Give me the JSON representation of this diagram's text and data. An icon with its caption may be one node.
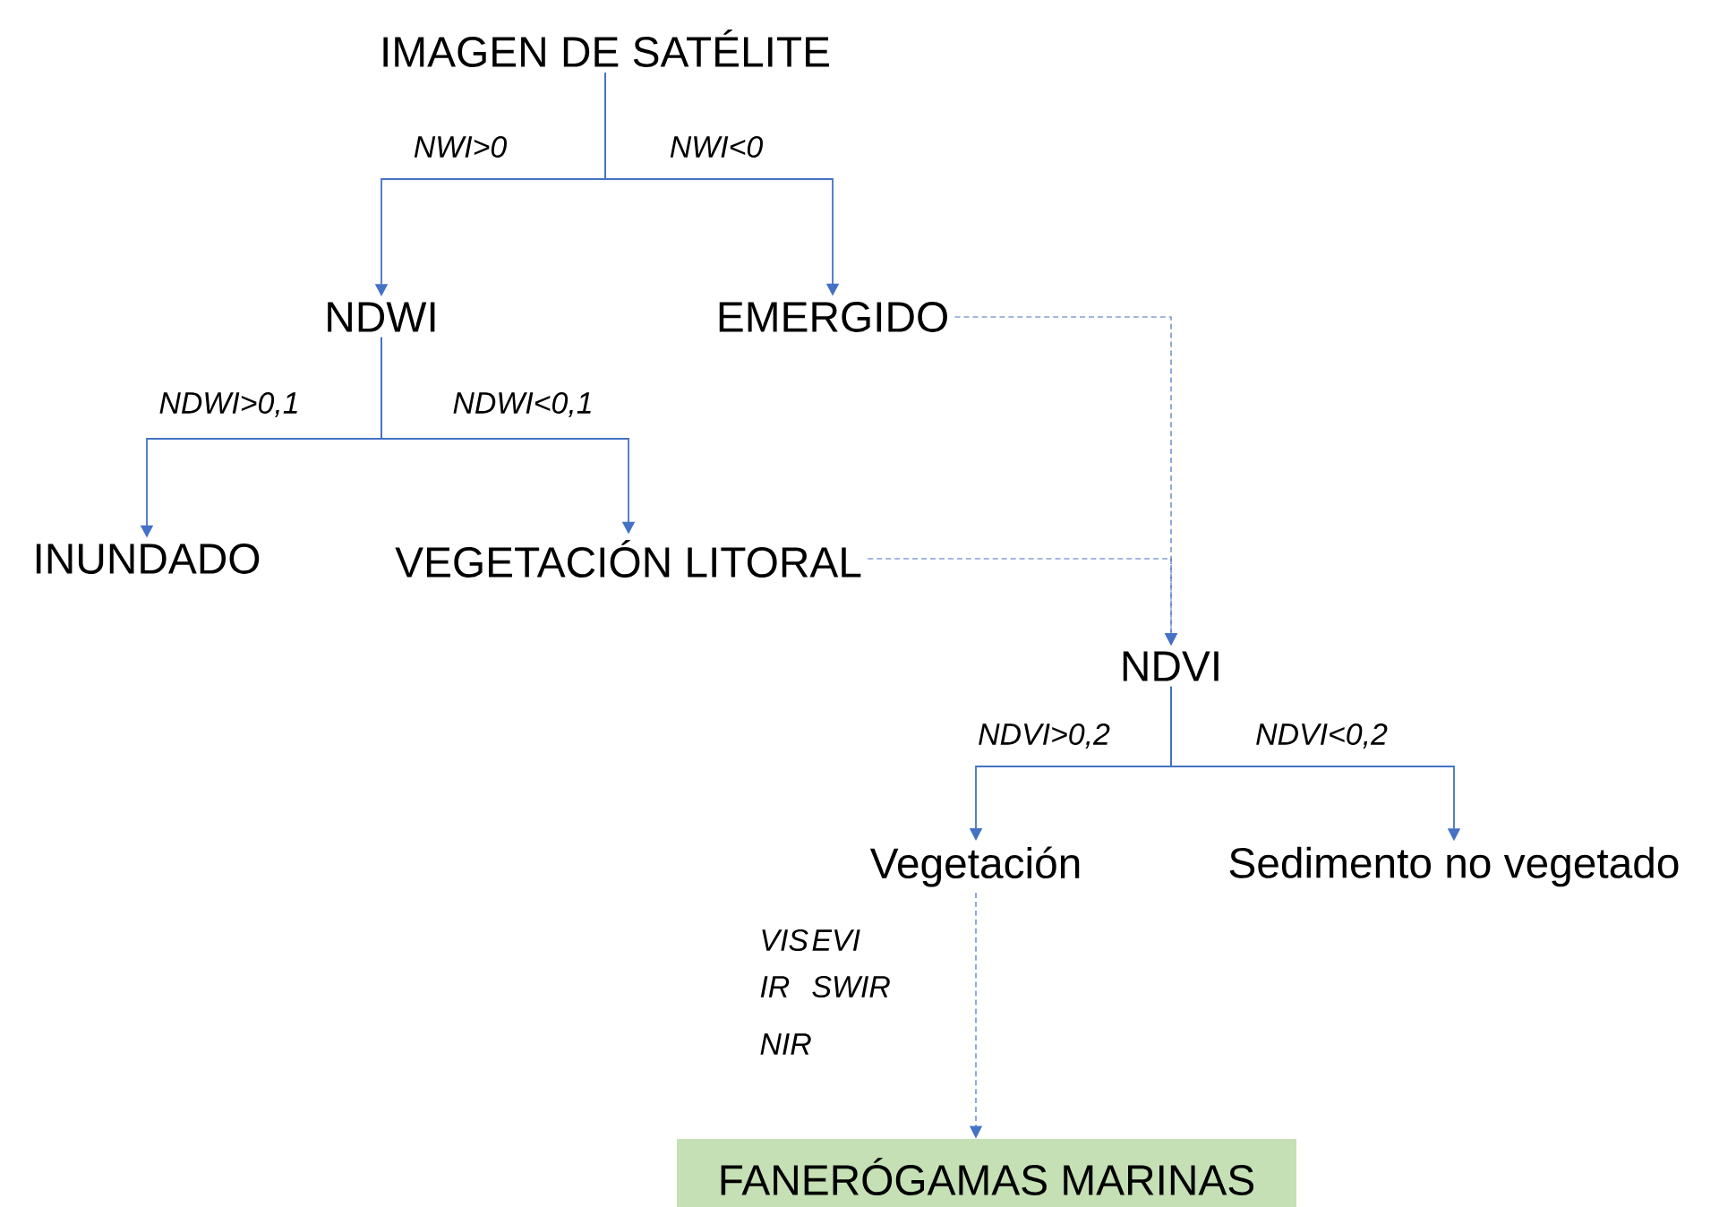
{
  "diagram": {
    "nodes": [
      {
        "text": [
          "IMAGEN DE SATÉLITE"
        ]
      },
      {
        "text": [
          "NDWI"
        ]
      },
      {
        "text": [
          "EMERGIDO"
        ]
      },
      {
        "text": [
          "INUNDADO"
        ]
      },
      {
        "text": [
          "VEGETACIÓN LITORAL"
        ]
      },
      {
        "text": [
          "NDVI"
        ]
      },
      {
        "text": [
          "Vegetación"
        ]
      },
      {
        "text": [
          "Sedimento no vegetado"
        ]
      },
      {
        "text": [
          "FANERÓGAMAS MARINAS"
        ]
      }
    ],
    "edges": [
      {
        "from": 0,
        "to": 1,
        "arrow": "to",
        "label": "NWI>0"
      },
      {
        "from": 0,
        "to": 2,
        "arrow": "to",
        "label": "NWI<0"
      },
      {
        "from": 1,
        "to": 3,
        "arrow": "to",
        "label": "NDWI>0,1"
      },
      {
        "from": 1,
        "to": 4,
        "arrow": "to",
        "label": "NDWI<0,1"
      },
      {
        "from": 2,
        "to": 5,
        "arrow": "to",
        "style": "dashed"
      },
      {
        "from": 4,
        "to": 5,
        "arrow": "to",
        "style": "dashed"
      },
      {
        "from": 5,
        "to": 6,
        "arrow": "to",
        "label": "NDVI>0,2"
      },
      {
        "from": 5,
        "to": 7,
        "arrow": "to",
        "label": "NDVI<0,2"
      },
      {
        "from": 6,
        "to": 8,
        "arrow": "to",
        "style": "dashed"
      }
    ],
    "labels": [
      "VIS",
      "EVI",
      "IR",
      "SWIR",
      "NIR"
    ]
  }
}
